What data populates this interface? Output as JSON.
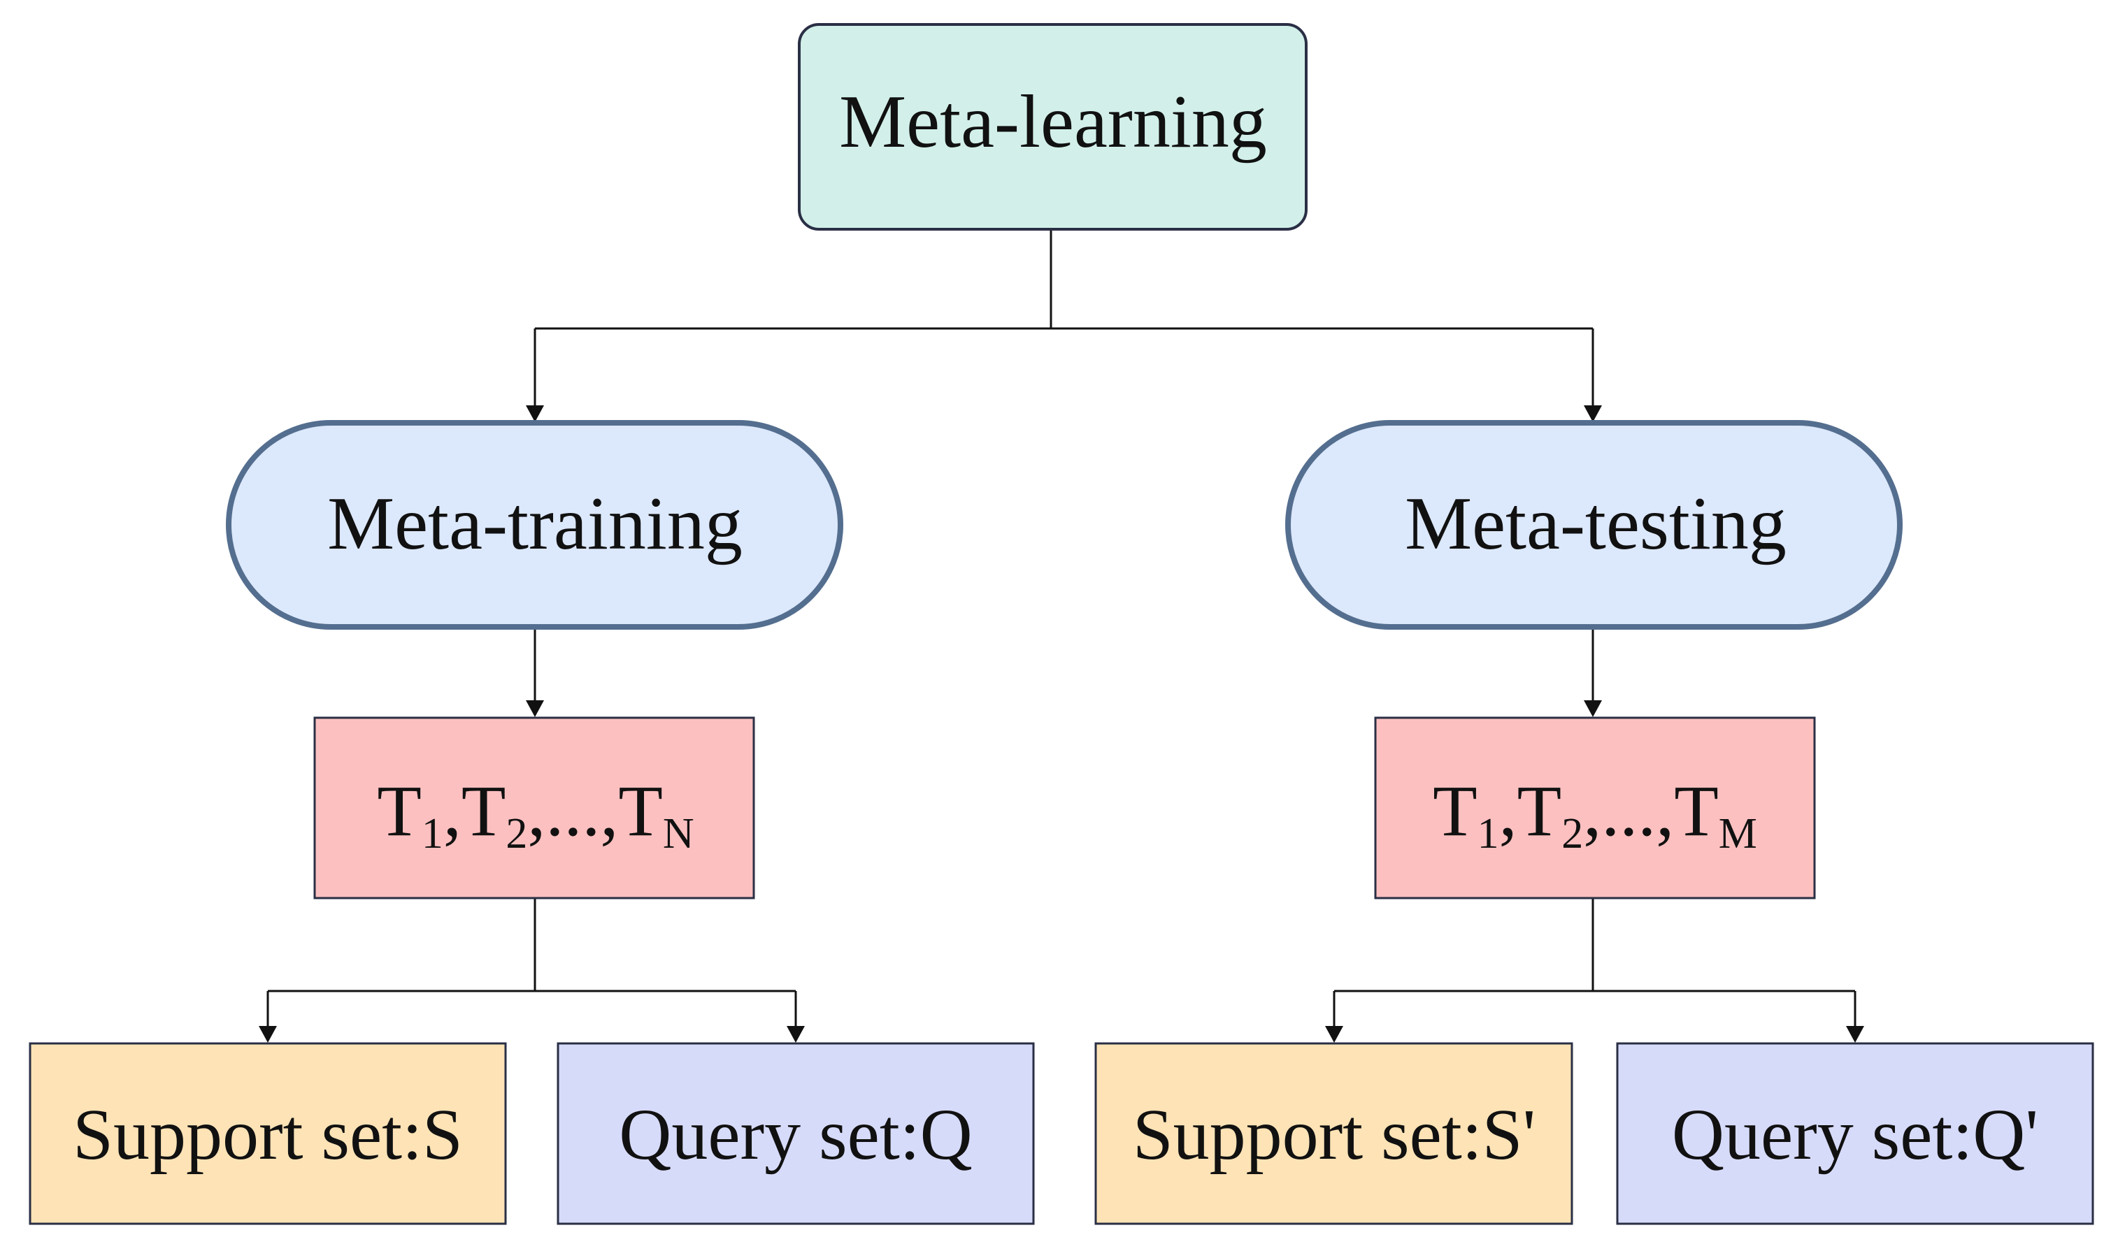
{
  "nodes": {
    "root": {
      "label": "Meta-learning"
    },
    "training": {
      "label": "Meta-training"
    },
    "testing": {
      "label": "Meta-testing"
    },
    "tasks_train": {
      "base": "T",
      "sub1": "1",
      "sub2": "2",
      "sep": ",",
      "ellipsis": "...",
      "subN": "N"
    },
    "tasks_test": {
      "base": "T",
      "sub1": "1",
      "sub2": "2",
      "sep": ",",
      "ellipsis": "...",
      "subN": "M"
    },
    "support_train": {
      "label": "Support set:S"
    },
    "query_train": {
      "label": "Query set:Q"
    },
    "support_test": {
      "label": "Support set:S'"
    },
    "query_test": {
      "label": "Query set:Q'"
    }
  },
  "colors": {
    "root_fill": "#d2f0e9",
    "phase_fill": "#dce8fb",
    "phase_stroke": "#546e8f",
    "task_fill": "#fcc0c0",
    "support_fill": "#fde3b6",
    "query_fill": "#d7dbfa",
    "box_stroke": "#2a2f45"
  }
}
